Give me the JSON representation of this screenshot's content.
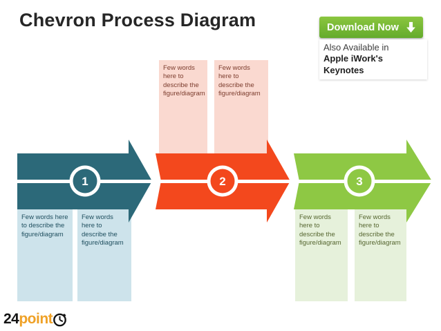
{
  "title": "Chevron Process Diagram",
  "header": {
    "download_button": "Download Now",
    "availability_line1": "Also Available in",
    "availability_line2": "Apple iWork's Keynotes",
    "button_color": "#76BF3F"
  },
  "diagram": {
    "center_line_color": "#FFFFFF",
    "steps": [
      {
        "number": "1",
        "arrow_color": "#2C6979",
        "box_fill": "#CDE3EB",
        "box_text_color": "#1E4E5E",
        "boxes": [
          {
            "text": "Few words here to describe the figure/diagram"
          },
          {
            "text": "Few words here to describe the figure/diagram"
          }
        ]
      },
      {
        "number": "2",
        "arrow_color": "#F3481D",
        "box_fill": "#FAD9D0",
        "box_text_color": "#7C3D2E",
        "boxes": [
          {
            "text": "Few words here to describe the figure/diagram"
          },
          {
            "text": "Few words here to describe the figure/diagram"
          }
        ]
      },
      {
        "number": "3",
        "arrow_color": "#8EC844",
        "box_fill": "#E6F1DB",
        "box_text_color": "#55652F",
        "boxes": [
          {
            "text": "Few words here to describe the figure/diagram"
          },
          {
            "text": "Few words here to describe the figure/diagram"
          }
        ]
      }
    ]
  },
  "logo": {
    "number": "24",
    "word": "point",
    "word_color": "#EFA126"
  }
}
